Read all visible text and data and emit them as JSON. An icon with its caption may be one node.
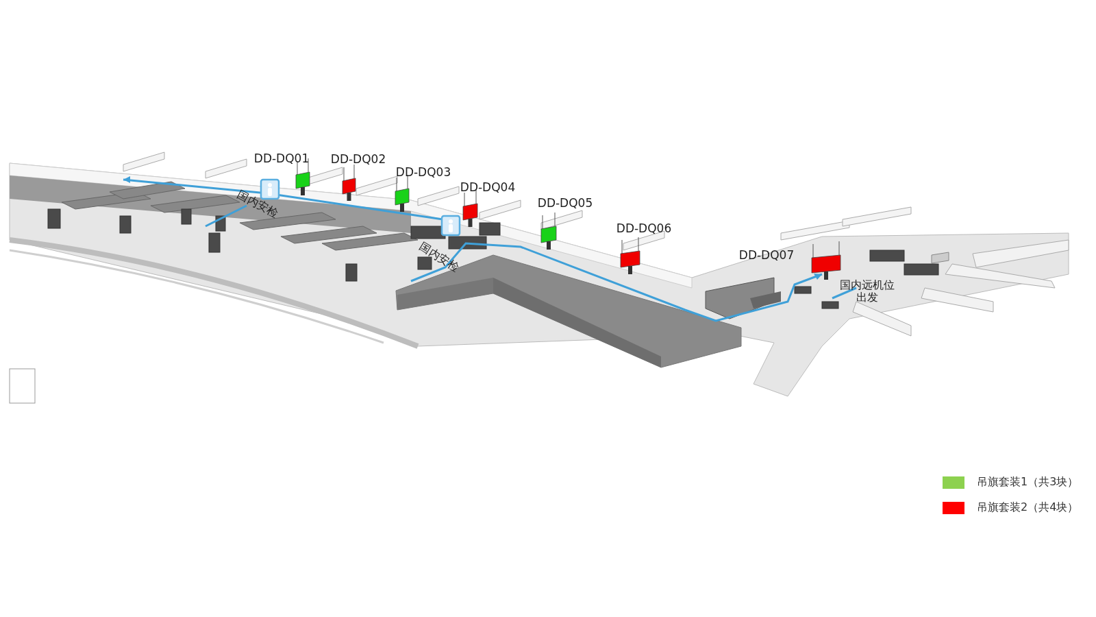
{
  "diagram": {
    "labels": [
      "DD-DQ01",
      "DD-DQ02",
      "DD-DQ03",
      "DD-DQ04",
      "DD-DQ05",
      "DD-DQ06",
      "DD-DQ07",
      "国内安检",
      "国内安检",
      "国内远机位出发"
    ],
    "legend": [
      {
        "text": "吊旗套装1（共3块）",
        "color": "#8dd14f"
      },
      {
        "text": "吊旗套装2（共4块）",
        "color": "#ff0000"
      }
    ]
  }
}
